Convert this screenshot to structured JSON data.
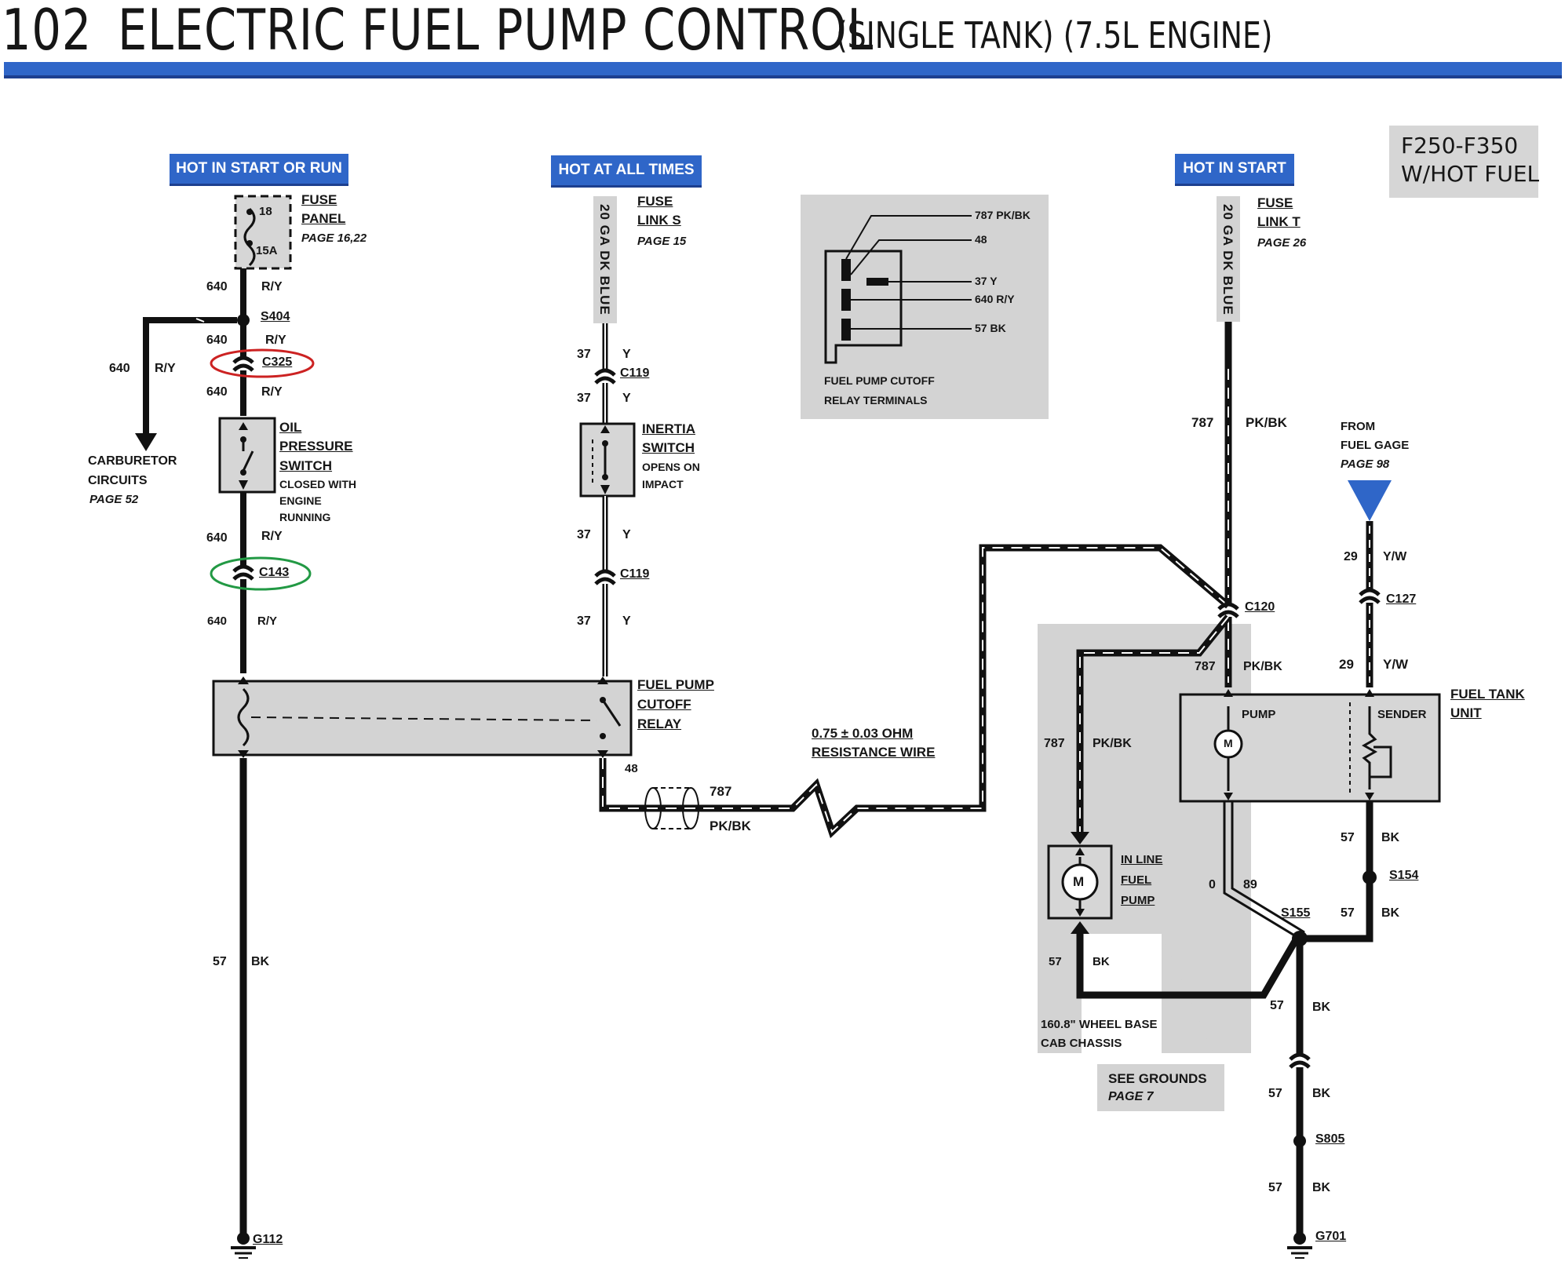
{
  "page": {
    "number": "102",
    "title": "ELECTRIC FUEL PUMP CONTROL",
    "subtitle": "(SINGLE TANK) (7.5L ENGINE)",
    "accent_color": "#2f66c8",
    "tag_line1": "F250-F350",
    "tag_line2": "W/HOT FUEL"
  },
  "badges": {
    "start_or_run": "HOT IN START OR RUN",
    "all_times": "HOT AT ALL TIMES",
    "in_start": "HOT IN START"
  },
  "left_circuit": {
    "fuse_18": "18",
    "fuse_15a": "15A",
    "fuse_panel_line1": "FUSE",
    "fuse_panel_line2": "PANEL",
    "fuse_panel_page": "PAGE 16,22",
    "wire_640": "640",
    "wire_ry": "R/Y",
    "splice_s404": "S404",
    "conn_c325": "C325",
    "conn_c143": "C143",
    "oil_line1": "OIL",
    "oil_line2": "PRESSURE",
    "oil_line3": "SWITCH",
    "oil_note1": "CLOSED WITH",
    "oil_note2": "ENGINE",
    "oil_note3": "RUNNING",
    "carb_line1": "CARBURETOR",
    "carb_line2": "CIRCUITS",
    "carb_page": "PAGE 52",
    "wire_57": "57",
    "wire_bk": "BK",
    "ground_g112": "G112"
  },
  "middle_circuit": {
    "wire_color": "20 GA DK BLUE",
    "fuse_link_line1": "FUSE",
    "fuse_link_line2": "LINK S",
    "fuse_link_page": "PAGE 15",
    "wire_37": "37",
    "wire_y": "Y",
    "conn_c119": "C119",
    "inertia_line1": "INERTIA",
    "inertia_line2": "SWITCH",
    "inertia_note1": "OPENS ON",
    "inertia_note2": "IMPACT",
    "relay_line1": "FUEL PUMP",
    "relay_line2": "CUTOFF",
    "relay_line3": "RELAY",
    "terminal_48": "48",
    "wire_787": "787",
    "wire_pkbk": "PK/BK",
    "resistance_line1": "0.75 ± 0.03 OHM",
    "resistance_line2": "RESISTANCE WIRE"
  },
  "relay_terminals": {
    "t1": "787 PK/BK",
    "t2": "48",
    "t3": "37 Y",
    "t4": "640 R/Y",
    "t5": "57 BK",
    "caption_line1": "FUEL PUMP  CUTOFF",
    "caption_line2": "RELAY  TERMINALS"
  },
  "right_circuit": {
    "wire_color": "20 GA DK BLUE",
    "fuse_link_line1": "FUSE",
    "fuse_link_line2": "LINK T",
    "fuse_link_page": "PAGE 26",
    "wire_787": "787",
    "wire_pkbk": "PK/BK",
    "conn_c120": "C120",
    "from_line1": "FROM",
    "from_line2": "FUEL GAGE",
    "from_page": "PAGE 98",
    "wire_29": "29",
    "wire_yw": "Y/W",
    "conn_c127": "C127",
    "pump_label": "PUMP",
    "sender_label": "SENDER",
    "tank_line1": "FUEL TANK",
    "tank_line2": "UNIT",
    "motor_symbol": "M",
    "inline_line1": "IN LINE",
    "inline_line2": "FUEL",
    "inline_line3": "PUMP",
    "wire_0": "0",
    "wire_89": "89",
    "wire_57": "57",
    "wire_bk": "BK",
    "splice_s154": "S154",
    "splice_s155": "S155",
    "splice_s805": "S805",
    "wheelbase_line1": "160.8\" WHEEL BASE",
    "wheelbase_line2": "CAB CHASSIS",
    "grounds_line1": "SEE GROUNDS",
    "grounds_line2": "PAGE 7",
    "ground_g701": "G701"
  }
}
